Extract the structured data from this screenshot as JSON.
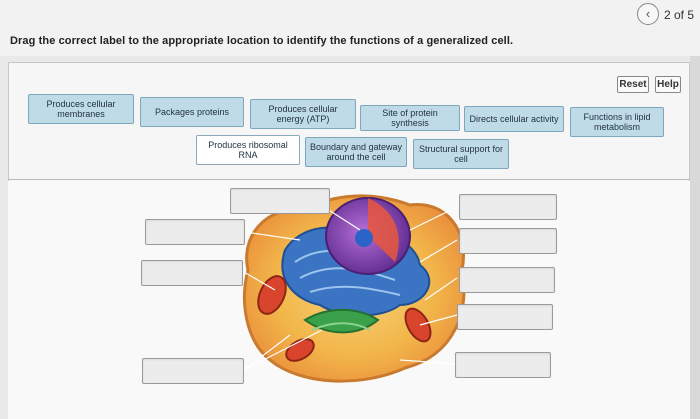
{
  "nav": {
    "back_glyph": "‹",
    "page_indicator": "2 of 5"
  },
  "question": {
    "text": "Drag the correct label to the appropriate location to identify the functions of a generalized cell."
  },
  "toolbar": {
    "reset_label": "Reset",
    "help_label": "Help"
  },
  "labels": [
    "Produces cellular membranes",
    "Packages proteins",
    "Produces cellular energy (ATP)",
    "Site of protein synthesis",
    "Directs cellular activity",
    "Functions in lipid metabolism",
    "Produces ribosomal RNA",
    "Boundary and gateway around the cell",
    "Structural support for cell"
  ],
  "colors": {
    "tile_fill": "#bfdbe8",
    "tile_border": "#7ea7bd",
    "slot_fill": "#ececec",
    "nucleus": "#7a3fa8",
    "er": "#2f68b8",
    "cytoplasm": "#f3b74a",
    "golgi": "#3aa04a",
    "mitochondria": "#d9442c"
  },
  "icons": {
    "back": "chevron-left-icon",
    "cell": "cell-diagram"
  }
}
